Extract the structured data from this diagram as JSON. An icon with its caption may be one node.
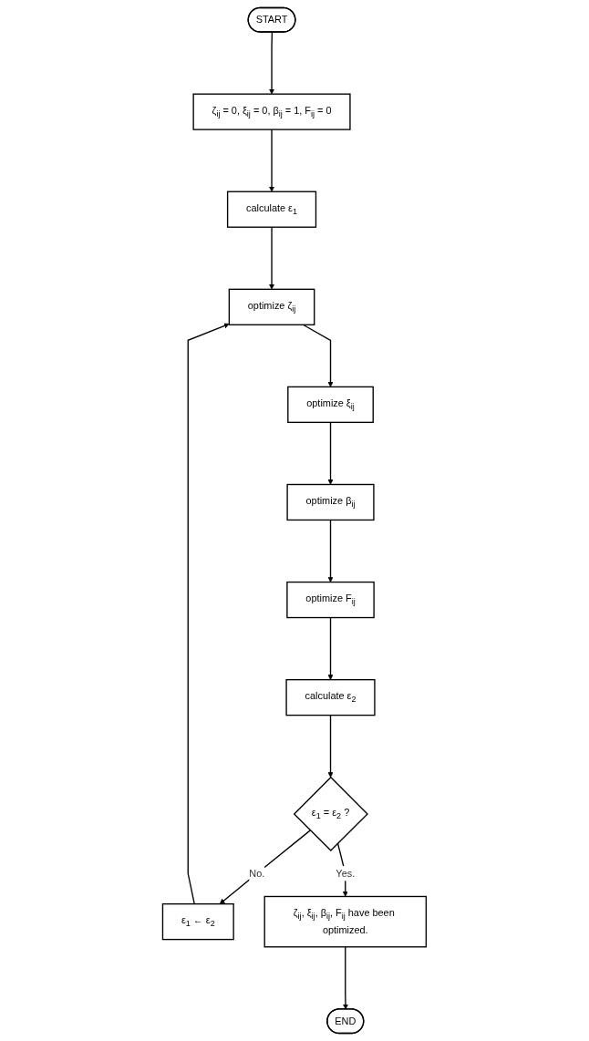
{
  "diagram": {
    "nodes": [
      {
        "text": [
          "START"
        ]
      },
      {
        "text": [
          "ζ$_{ij}$ = 0, ξ$_{ij}$ = 0, β$_{ij}$ = 1, F$_{ij}$ = 0"
        ]
      },
      {
        "text": [
          "calculate ε$_{1}$"
        ]
      },
      {
        "text": [
          "optimize ζ$_{ij}$"
        ]
      },
      {
        "text": [
          "optimize ξ$_{ij}$"
        ]
      },
      {
        "text": [
          "optimize β$_{ij}$"
        ]
      },
      {
        "text": [
          "optimize F$_{ij}$"
        ]
      },
      {
        "text": [
          "calculate ε$_{2}$"
        ]
      },
      {
        "text": [
          "ε$_{1}$ = ε$_{2}$ ?"
        ]
      },
      {
        "text": [
          "ε$_{1}$ ← ε$_{2}$"
        ]
      },
      {
        "text": [
          "ζ$_{ij}$, ξ$_{ij}$, β$_{ij}$, F$_{ij}$ have been optimized."
        ]
      },
      {
        "text": [
          "END"
        ]
      }
    ],
    "edges": [
      {
        "from": 0,
        "to": 1,
        "arrow": "to"
      },
      {
        "from": 1,
        "to": 2,
        "arrow": "to"
      },
      {
        "from": 2,
        "to": 3,
        "arrow": "to"
      },
      {
        "from": 3,
        "to": 4,
        "arrow": "to"
      },
      {
        "from": 4,
        "to": 5,
        "arrow": "to"
      },
      {
        "from": 5,
        "to": 6,
        "arrow": "to"
      },
      {
        "from": 6,
        "to": 7,
        "arrow": "to"
      },
      {
        "from": 7,
        "to": 8,
        "arrow": "to"
      },
      {
        "from": 8,
        "to": 9,
        "arrow": "to",
        "label": "No."
      },
      {
        "from": 9,
        "to": 3,
        "arrow": "to"
      },
      {
        "from": 8,
        "to": 10,
        "arrow": "to",
        "label": "Yes."
      },
      {
        "from": 10,
        "to": 11,
        "arrow": "to"
      }
    ]
  }
}
